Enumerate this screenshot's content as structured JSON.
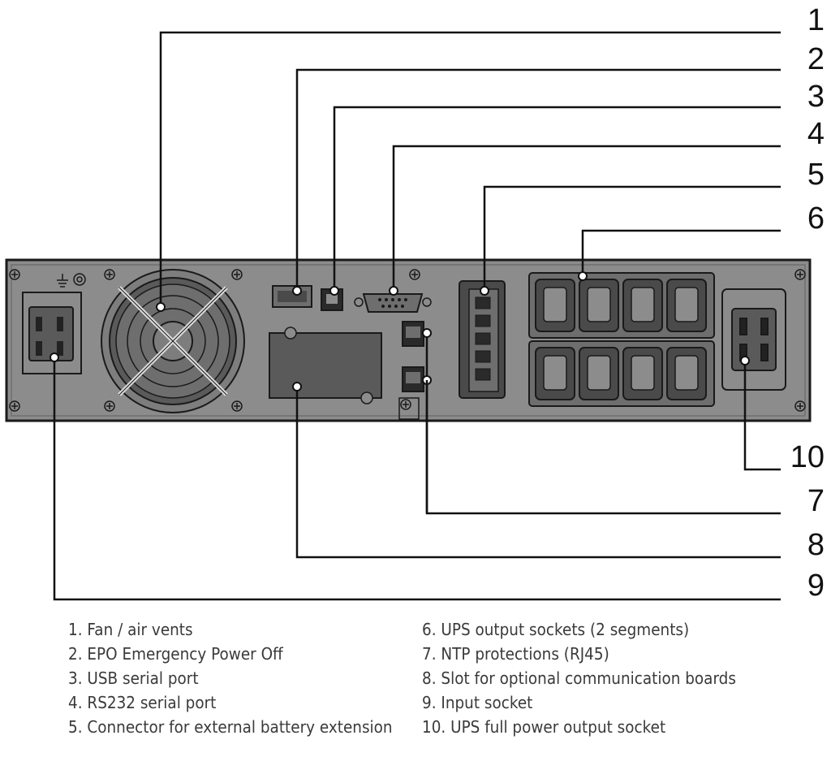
{
  "callouts": [
    {
      "num": "1"
    },
    {
      "num": "2"
    },
    {
      "num": "3"
    },
    {
      "num": "4"
    },
    {
      "num": "5"
    },
    {
      "num": "6"
    },
    {
      "num": "10"
    },
    {
      "num": "7"
    },
    {
      "num": "8"
    },
    {
      "num": "9"
    }
  ],
  "legend": {
    "left": [
      "1. Fan / air vents",
      "2. EPO Emergency Power Off",
      "3. USB serial port",
      "4. RS232 serial port",
      "5. Connector for external battery extension"
    ],
    "right": [
      "6. UPS output sockets (2 segments)",
      "7. NTP protections (RJ45)",
      "8. Slot for optional communication boards",
      "9. Input socket",
      "10. UPS full power output socket"
    ]
  },
  "colors": {
    "panel": "#8c8c8c",
    "panel_dark": "#5a5a5a",
    "outline": "#1a1a1a",
    "line": "#111111"
  }
}
